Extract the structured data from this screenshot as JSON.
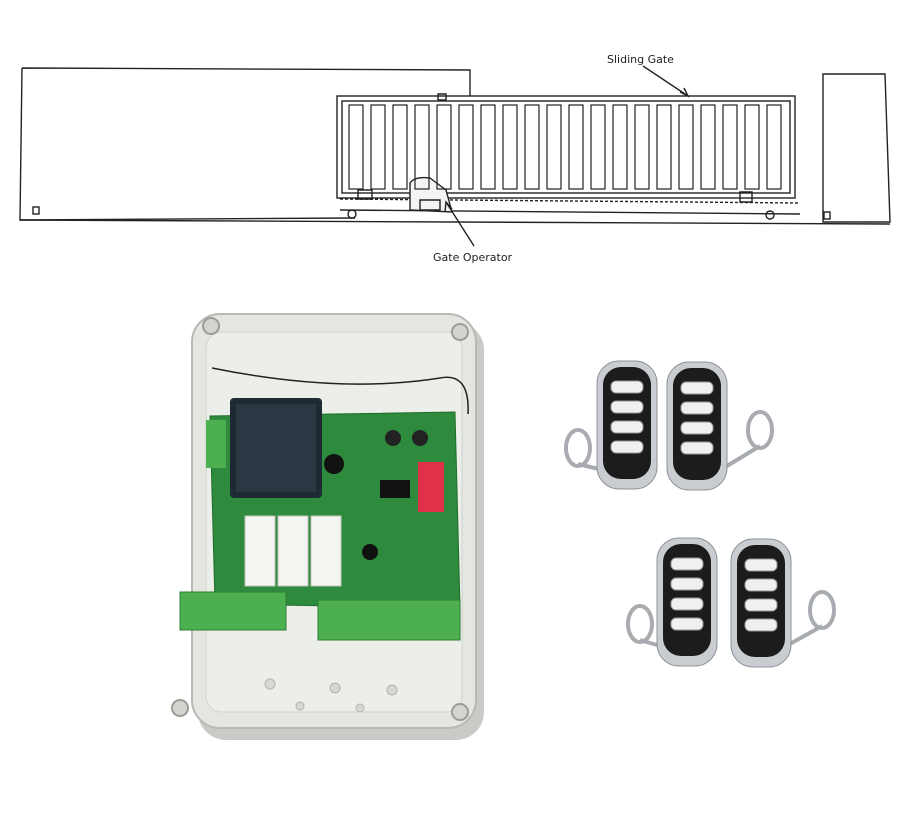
{
  "diagram": {
    "sliding_gate_label": "Sliding Gate",
    "gate_operator_label": "Gate Operator"
  },
  "colors": {
    "line": "#222222",
    "enclosure": "#e4e6e2",
    "pcb": "#2e8a3c",
    "terminal": "#4caf50",
    "remote_body": "#1c1c1c",
    "remote_chrome": "#c9ccd0",
    "dip_switch": "#e0304a",
    "transformer": "#1f2933"
  },
  "icons": {
    "control_box": "control-board-enclosure",
    "remotes": "remote-control-keyfob"
  }
}
